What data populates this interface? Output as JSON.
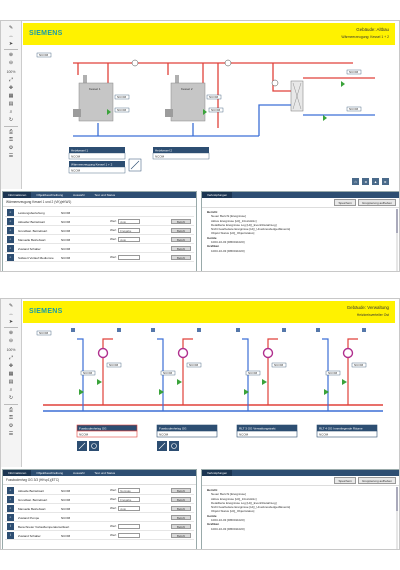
{
  "shots": [
    {
      "header": {
        "logo": "SIEMENS",
        "building": "Gebäude: Altbau",
        "subtitle": "Wärmeerzeugung: Kessel 1 + 2"
      },
      "toolbar": {
        "zoom": "100%"
      },
      "scheme": {
        "kessel1": "Kessel 1",
        "kessel2": "Kessel 2",
        "nocom": "NCOM",
        "faceplates": [
          {
            "title": "Heizkessel 1",
            "value": "NCOM"
          },
          {
            "title": "Heizkessel 2",
            "value": "NCOM"
          },
          {
            "title": "Wärmeerzeugung Kessel 1 + 2",
            "value": "NCOM"
          }
        ]
      },
      "panel_left": {
        "tabs": [
          "Informationen",
          "Objektbeschreibung",
          "Auswahl",
          "Text und Status"
        ],
        "title": "Wärmeerzeugung Kessel 1 und 2 (VK)(eKW1)",
        "rows": [
          {
            "label": "Leistungsbeziehung",
            "value": "NCOM",
            "field": "",
            "box": "",
            "button": ""
          },
          {
            "label": "Aktueller Betriebsart",
            "value": "NCOM",
            "field": "Wert",
            "box": "Auto",
            "button": "Befehl"
          },
          {
            "label": "Grundlast. Betriebsart",
            "value": "NCOM",
            "field": "Wert",
            "box": "Freigabe",
            "button": "Befehl"
          },
          {
            "label": "Manuelle Betriebsart",
            "value": "NCOM",
            "field": "Wert",
            "box": "Auto",
            "button": "Befehl"
          },
          {
            "label": "Zustand Schalter",
            "value": "NCOM",
            "field": "",
            "box": "",
            "button": "Befehl"
          },
          {
            "label": "Sollwert Vorlauf Mediumne",
            "value": "NCOM",
            "field": "Wert",
            "box": "",
            "button": "Befehl"
          }
        ]
      },
      "panel_right": {
        "tab": "Verknüpfungen",
        "btn_save": "Speichern",
        "btn_group": "Gruppierung aufheben",
        "tree": [
          {
            "text": "Bericht",
            "kind": "grp"
          },
          {
            "text": "Neuer Bericht [Ereignisse]",
            "kind": "ind"
          },
          {
            "text": "Aktive Ereignisse [HQ_Infos\\Aktiv]",
            "kind": "ind"
          },
          {
            "text": "Detaillierte Ereignisse Log [HQ_Event\\Detail\\Log]",
            "kind": "ind"
          },
          {
            "text": "Nicht bearbeitete Ereignisse [HQ_Unacknowledged\\Events]",
            "kind": "ind"
          },
          {
            "text": "Objekt Status [HQ_Objectstatus]",
            "kind": "ind"
          },
          {
            "text": "Geräte",
            "kind": "grp"
          },
          {
            "text": "1003-10-03 [DB0011020]",
            "kind": "ind"
          },
          {
            "text": "Grafiken",
            "kind": "grp"
          },
          {
            "text": "1003-10-03 [DB0011020]",
            "kind": "ind"
          }
        ]
      }
    },
    {
      "header": {
        "logo": "SIEMENS",
        "building": "Gebäude: Verwaltung",
        "subtitle": "Heizkreisverteiler Ost"
      },
      "toolbar": {
        "zoom": "100%"
      },
      "scheme": {
        "nocom": "NCOM",
        "faceplates": [
          {
            "title": "Fussbodenheizg OG",
            "value": "NCOM"
          },
          {
            "title": "Fussbodenheizg OG",
            "value": "NCOM"
          },
          {
            "title": "RLT 3 OG Verwaltungstrakt",
            "value": "NCOM"
          },
          {
            "title": "RLT 4 OG Innenliegende Räume",
            "value": "NCOM"
          }
        ]
      },
      "panel_left": {
        "tabs": [
          "Informationen",
          "Objektbeschreibung",
          "Auswahl",
          "Text und Status"
        ],
        "title": "Fussbodenhzg OG 3/3 (HKvp1)(ETC)",
        "rows": [
          {
            "label": "Aktuelle Betriebsart",
            "value": "NCOM",
            "field": "Wert",
            "box": "Normale",
            "button": "Befehl"
          },
          {
            "label": "Grundlast. Betriebsart",
            "value": "NCOM",
            "field": "Wert",
            "box": "Freigabe",
            "button": "Befehl"
          },
          {
            "label": "Manuelle Betriebsart",
            "value": "NCOM",
            "field": "Wert",
            "box": "Auto",
            "button": "Befehl"
          },
          {
            "label": "Zustand Pumpe",
            "value": "NCOM",
            "field": "",
            "box": "",
            "button": "Befehl"
          },
          {
            "label": "Berechneter Vorlauftemperatursollwert",
            "value": "NCOM",
            "field": "Wert",
            "box": "",
            "button": "Befehl"
          },
          {
            "label": "Zustand Schalter",
            "value": "NCOM",
            "field": "Wert",
            "box": "",
            "button": "Befehl"
          }
        ]
      },
      "panel_right": {
        "tab": "Verknüpfungen",
        "btn_save": "Speichern",
        "btn_group": "Gruppierung aufheben",
        "tree": [
          {
            "text": "Bericht",
            "kind": "grp"
          },
          {
            "text": "Neuer Bericht [Ereignisse]",
            "kind": "ind"
          },
          {
            "text": "Aktive Ereignisse [HQ_Infos\\Aktiv]",
            "kind": "ind"
          },
          {
            "text": "Detaillierte Ereignisse Log [HQ_Event\\Detail\\Log]",
            "kind": "ind"
          },
          {
            "text": "Nicht bearbeitete Ereignisse [HQ_Unacknowledged\\Events]",
            "kind": "ind"
          },
          {
            "text": "Objekt Status [HQ_Objectstatus]",
            "kind": "ind"
          },
          {
            "text": "Geräte",
            "kind": "grp"
          },
          {
            "text": "1003-10-03 [DB0011020]",
            "kind": "ind"
          },
          {
            "text": "Grafiken",
            "kind": "grp"
          },
          {
            "text": "1003-10-03 [DB0011020]",
            "kind": "ind"
          }
        ]
      }
    }
  ],
  "colors": {
    "accent_header": "#fff200",
    "logo": "#199ba8",
    "supply": "#e0413a",
    "return": "#3c6fd6",
    "panel": "#2d4e72"
  },
  "icons": [
    "pencil-icon",
    "lock-icon",
    "zoom-in-icon",
    "zoom-out-icon",
    "home-icon",
    "arrow-up-icon",
    "arrow-down-icon",
    "pump-icon",
    "valve-icon",
    "boiler-icon"
  ]
}
